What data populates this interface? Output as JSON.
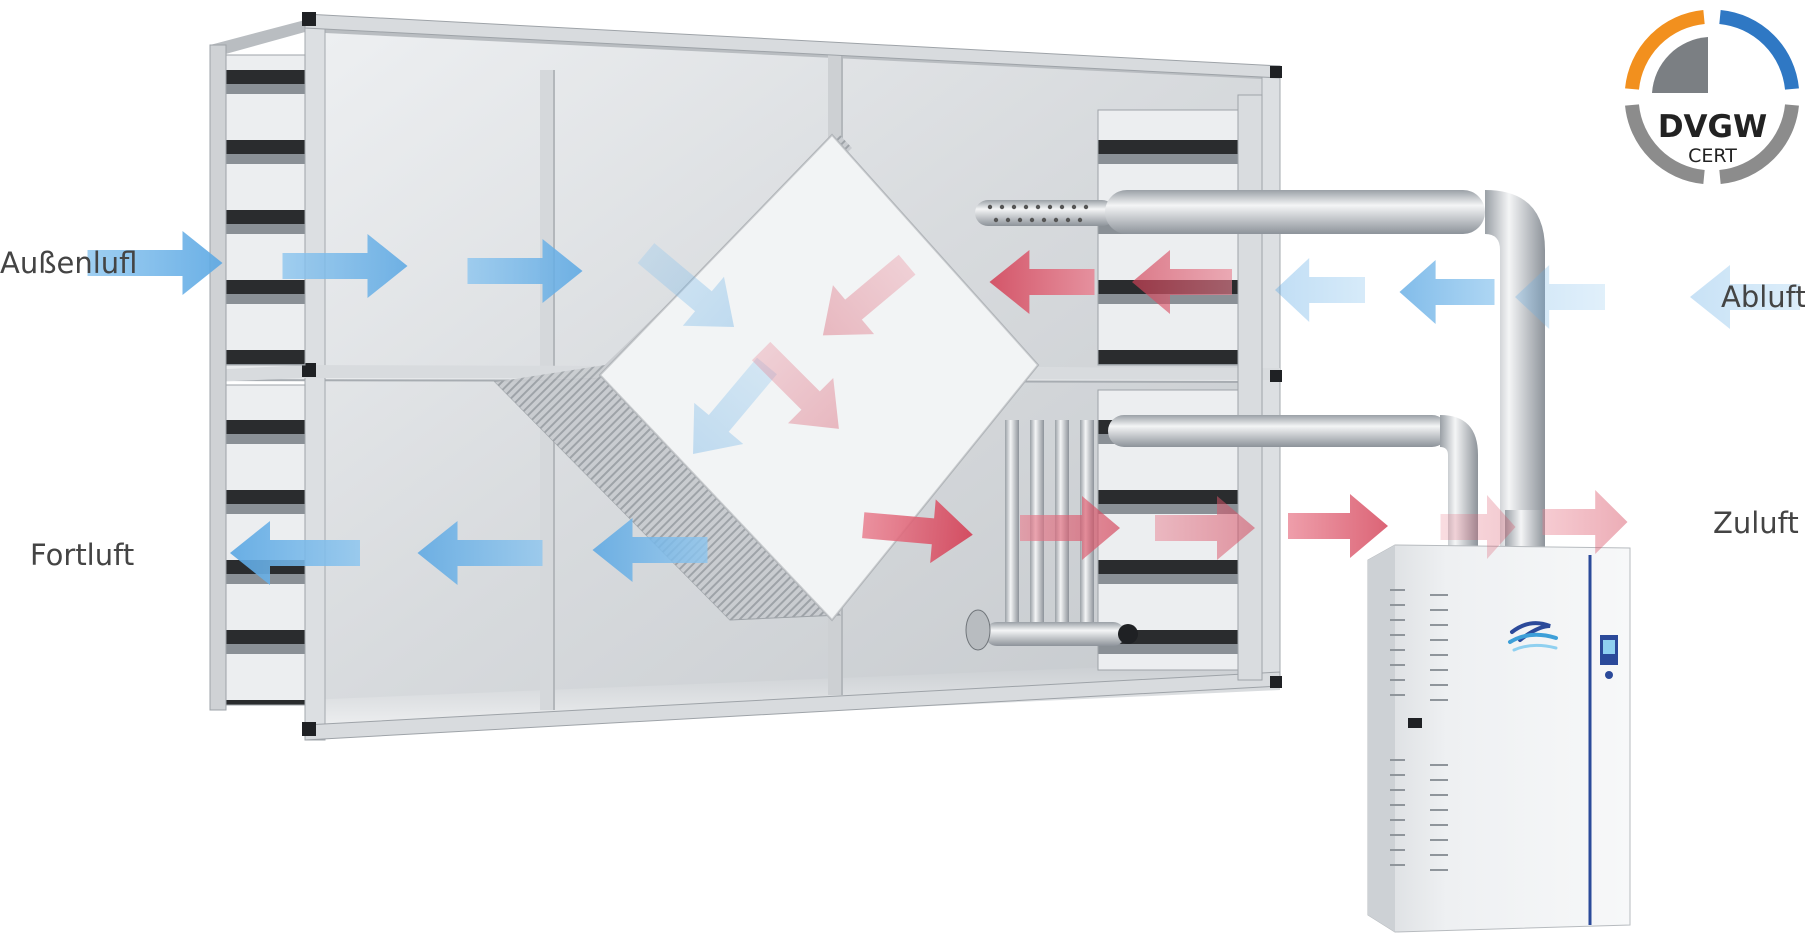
{
  "labels": {
    "outdoor_air": "Außenlufl",
    "exhaust_air": "Fortluft",
    "extract_air": "Abluft",
    "supply_air": "Zuluft"
  },
  "badge": {
    "main": "DVGW",
    "sub": "CERT",
    "colors": {
      "orange": "#f2901e",
      "blue": "#2f78c4",
      "grey": "#8c8c8c"
    }
  },
  "colors": {
    "cold_arrow": "#6fb4e8",
    "warm_arrow": "#d9485c",
    "frame": "#c9ccd0",
    "panel": "#e4e6e8"
  },
  "icons": {
    "arrows": "flow-arrow",
    "badge": "certification-seal"
  }
}
